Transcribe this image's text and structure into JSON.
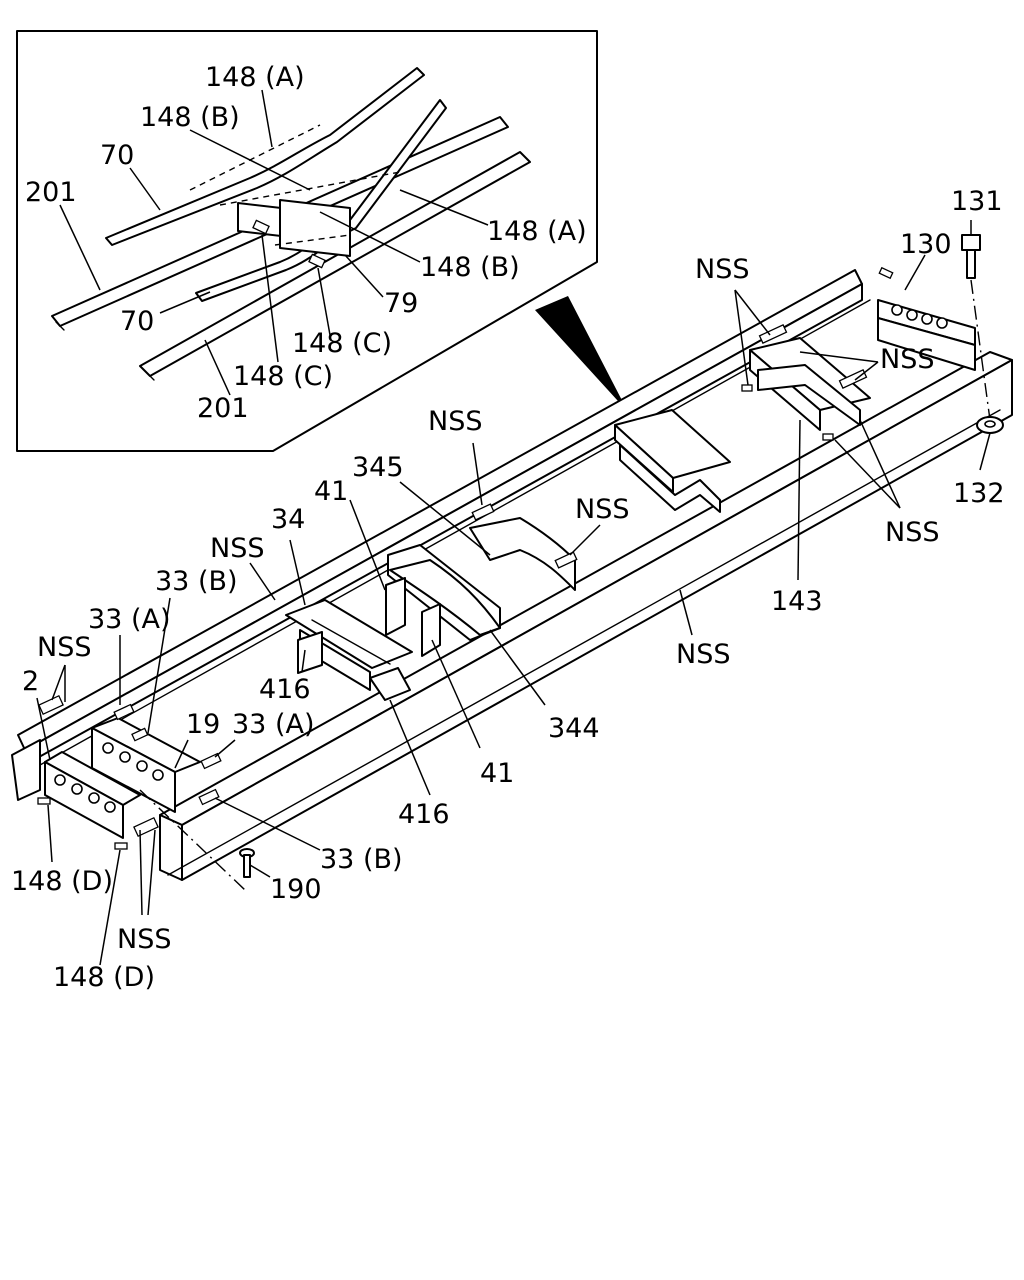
{
  "diagram": {
    "inset_labels": {
      "l148a_top": "148 (A)",
      "l148b_top": "148 (B)",
      "l70_top": "70",
      "l201_top": "201",
      "l148a_right": "148 (A)",
      "l148b_right": "148 (B)",
      "l79": "79",
      "l70_bottom": "70",
      "l148c_mid": "148 (C)",
      "l148c_low": "148 (C)",
      "l201_bottom": "201"
    },
    "main_labels": {
      "l131": "131",
      "l130": "130",
      "l_nss_rear_top": "NSS",
      "l_nss_rear_right": "NSS",
      "l132": "132",
      "l_nss_rear_low": "NSS",
      "l143": "143",
      "l_nss_345": "NSS",
      "l345": "345",
      "l_nss_center": "NSS",
      "l41_top": "41",
      "l34": "34",
      "l_nss_left_rail": "NSS",
      "l33b_top": "33 (B)",
      "l33a_top": "33 (A)",
      "l_nss_front": "NSS",
      "l2": "2",
      "l19": "19",
      "l33a_mid": "33 (A)",
      "l416_top": "416",
      "l344": "344",
      "l41_low": "41",
      "l_nss_rail_low": "NSS",
      "l416_low": "416",
      "l33b_low": "33 (B)",
      "l148d_left": "148 (D)",
      "l190": "190",
      "l_nss_bottom": "NSS",
      "l148d_bottom": "148 (D)"
    }
  }
}
